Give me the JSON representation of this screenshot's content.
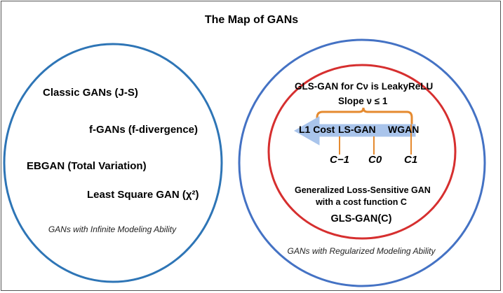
{
  "title": "The Map of GANs",
  "left_circle": {
    "items": [
      "Classic GANs (J-S)",
      "f-GANs (f-divergence)",
      "EBGAN (Total Variation)",
      "Least Square GAN (χ²)"
    ],
    "caption": "GANs with Infinite Modeling Ability",
    "color": "#2e75b6"
  },
  "right_circle": {
    "outer_color": "#4472c4",
    "inner_color": "#d62f2f",
    "heading_line1": "GLS-GAN for Cν is LeakyReLU",
    "heading_line2": "Slope ν ≤ 1",
    "arrow_labels": [
      "L1 Cost",
      "LS-GAN",
      "WGAN"
    ],
    "cost_labels": [
      "C−1",
      "C0",
      "C1"
    ],
    "desc_line1": "Generalized Loss-Sensitive GAN",
    "desc_line2": "with a cost function C",
    "gls_label": "GLS-GAN(C)",
    "caption": "GANs with Regularized Modeling Ability",
    "arrow_color": "#a9c4eb",
    "brace_color": "#e58a2f"
  }
}
